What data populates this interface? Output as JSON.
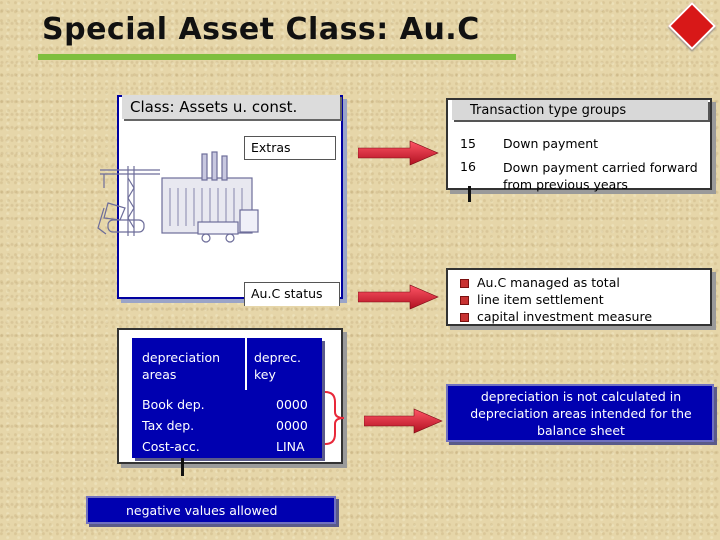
{
  "title": "Special Asset Class: Au.C",
  "class_label": "Class: Assets u. const.",
  "extras_label": "Extras",
  "auc_status_label": "Au.C status",
  "transaction_header": "Transaction type groups",
  "transactions": [
    {
      "code": "15",
      "desc": "Down payment"
    },
    {
      "code": "16",
      "desc": "Down payment carried forward from previous years"
    }
  ],
  "status_bullets": [
    "Au.C managed as total",
    "line item settlement",
    "capital investment measure"
  ],
  "depr_table": {
    "header_area": "depreciation areas",
    "header_key": "deprec. key",
    "rows": [
      {
        "area": "Book dep.",
        "key": "0000"
      },
      {
        "area": "Tax dep.",
        "key": "0000"
      },
      {
        "area": "Cost-acc.",
        "key": "LINA"
      }
    ]
  },
  "depreciation_note": "depreciation is not calculated in depreciation areas intended for the balance sheet",
  "negative_note": "negative values allowed",
  "colors": {
    "accent_green": "#7fbf3f",
    "diamond_red": "#d81818",
    "box_blue": "#0000b0",
    "arrow_red": "#e8283a"
  },
  "icons": [
    "construction-site-icon",
    "right-arrow-icon",
    "brace-icon"
  ]
}
